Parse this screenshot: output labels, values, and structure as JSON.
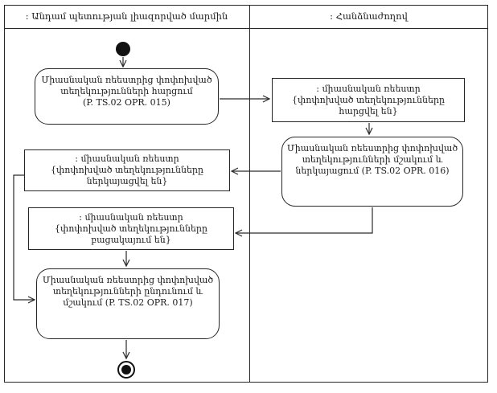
{
  "diagram": {
    "type": "uml-activity-diagram",
    "background_color": "#ffffff",
    "line_color": "#2a2a2a",
    "border_color": "#262626"
  },
  "lanes": {
    "left": {
      "title": ": Անդամ պետության լիազորված մարմին"
    },
    "right": {
      "title": ": Հանձնաժողով"
    }
  },
  "nodes": {
    "action_opr015": {
      "lines": [
        "Միասնական ռեեստրից փոփոխված",
        "տեղեկությունների հարցում",
        "(P. TS.02 OPR. 015)"
      ]
    },
    "object_queried": {
      "name": ": միասնական ռեեստր",
      "state": "{փոփոխված տեղեկությունները հարցվել են}"
    },
    "action_opr016": {
      "lines": [
        "Միասնական ռեեստրից փոփոխված",
        "տեղեկությունների մշակում և",
        "ներկայացում (P. TS.02 OPR. 016)"
      ]
    },
    "object_presented": {
      "name": ": միասնական ռեեստր",
      "state": "{փոփոխված տեղեկությունները ներկայացվել են}"
    },
    "object_absent": {
      "name": ": միասնական ռեեստր",
      "state": "{փոփոխված տեղեկությունները բացակայում են}"
    },
    "action_opr017": {
      "lines": [
        "Միասնական ռեեստրից փոփոխված",
        "տեղեկությունների ընդունում և",
        "մշակում (P. TS.02 OPR. 017)"
      ]
    }
  },
  "icons": {
    "initial_node": "filled-circle",
    "final_node": "bullseye-circle",
    "arrowhead": "open-v"
  },
  "edges": [
    {
      "from": "initial-node",
      "to": "action_opr015"
    },
    {
      "from": "action_opr015",
      "to": "object_queried"
    },
    {
      "from": "object_queried",
      "to": "action_opr016"
    },
    {
      "from": "action_opr016",
      "to": "object_presented"
    },
    {
      "from": "action_opr016",
      "to": "object_absent"
    },
    {
      "from": "object_presented",
      "to": "action_opr017"
    },
    {
      "from": "object_absent",
      "to": "action_opr017"
    },
    {
      "from": "action_opr017",
      "to": "final-node"
    }
  ]
}
